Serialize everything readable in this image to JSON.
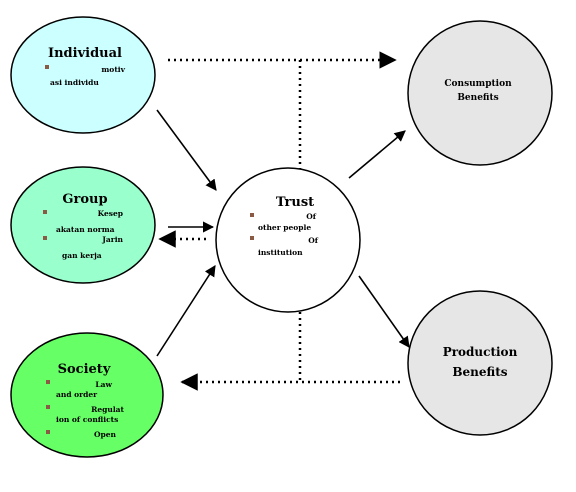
{
  "nodes": {
    "individual": {
      "title": "Individual",
      "items": [
        {
          "line1": "motiv",
          "line2": "asi individu"
        }
      ],
      "fill": "#ccffff"
    },
    "group": {
      "title": "Group",
      "items": [
        {
          "line1": "Kesep",
          "line2": "akatan norma"
        },
        {
          "line1": "Jarin",
          "line2": "gan kerja"
        }
      ],
      "fill": "#99ffcc"
    },
    "society": {
      "title": "Society",
      "items": [
        {
          "line1": "Law",
          "line2": "and order"
        },
        {
          "line1": "Regulat",
          "line2": "ion of conflicts"
        },
        {
          "line1": "Open",
          "line2": ""
        }
      ],
      "fill": "#66ff66"
    },
    "trust": {
      "title": "Trust",
      "items": [
        {
          "line1": "Of",
          "line2": "other people"
        },
        {
          "line1": "Of",
          "line2": "institution"
        }
      ],
      "fill": "#ffffff"
    },
    "consumption": {
      "title_line1": "Consumption",
      "title_line2": "Benefits",
      "fill": "#e6e6e6"
    },
    "production": {
      "title_line1": "Production",
      "title_line2": "Benefits",
      "fill": "#e6e6e6"
    }
  }
}
